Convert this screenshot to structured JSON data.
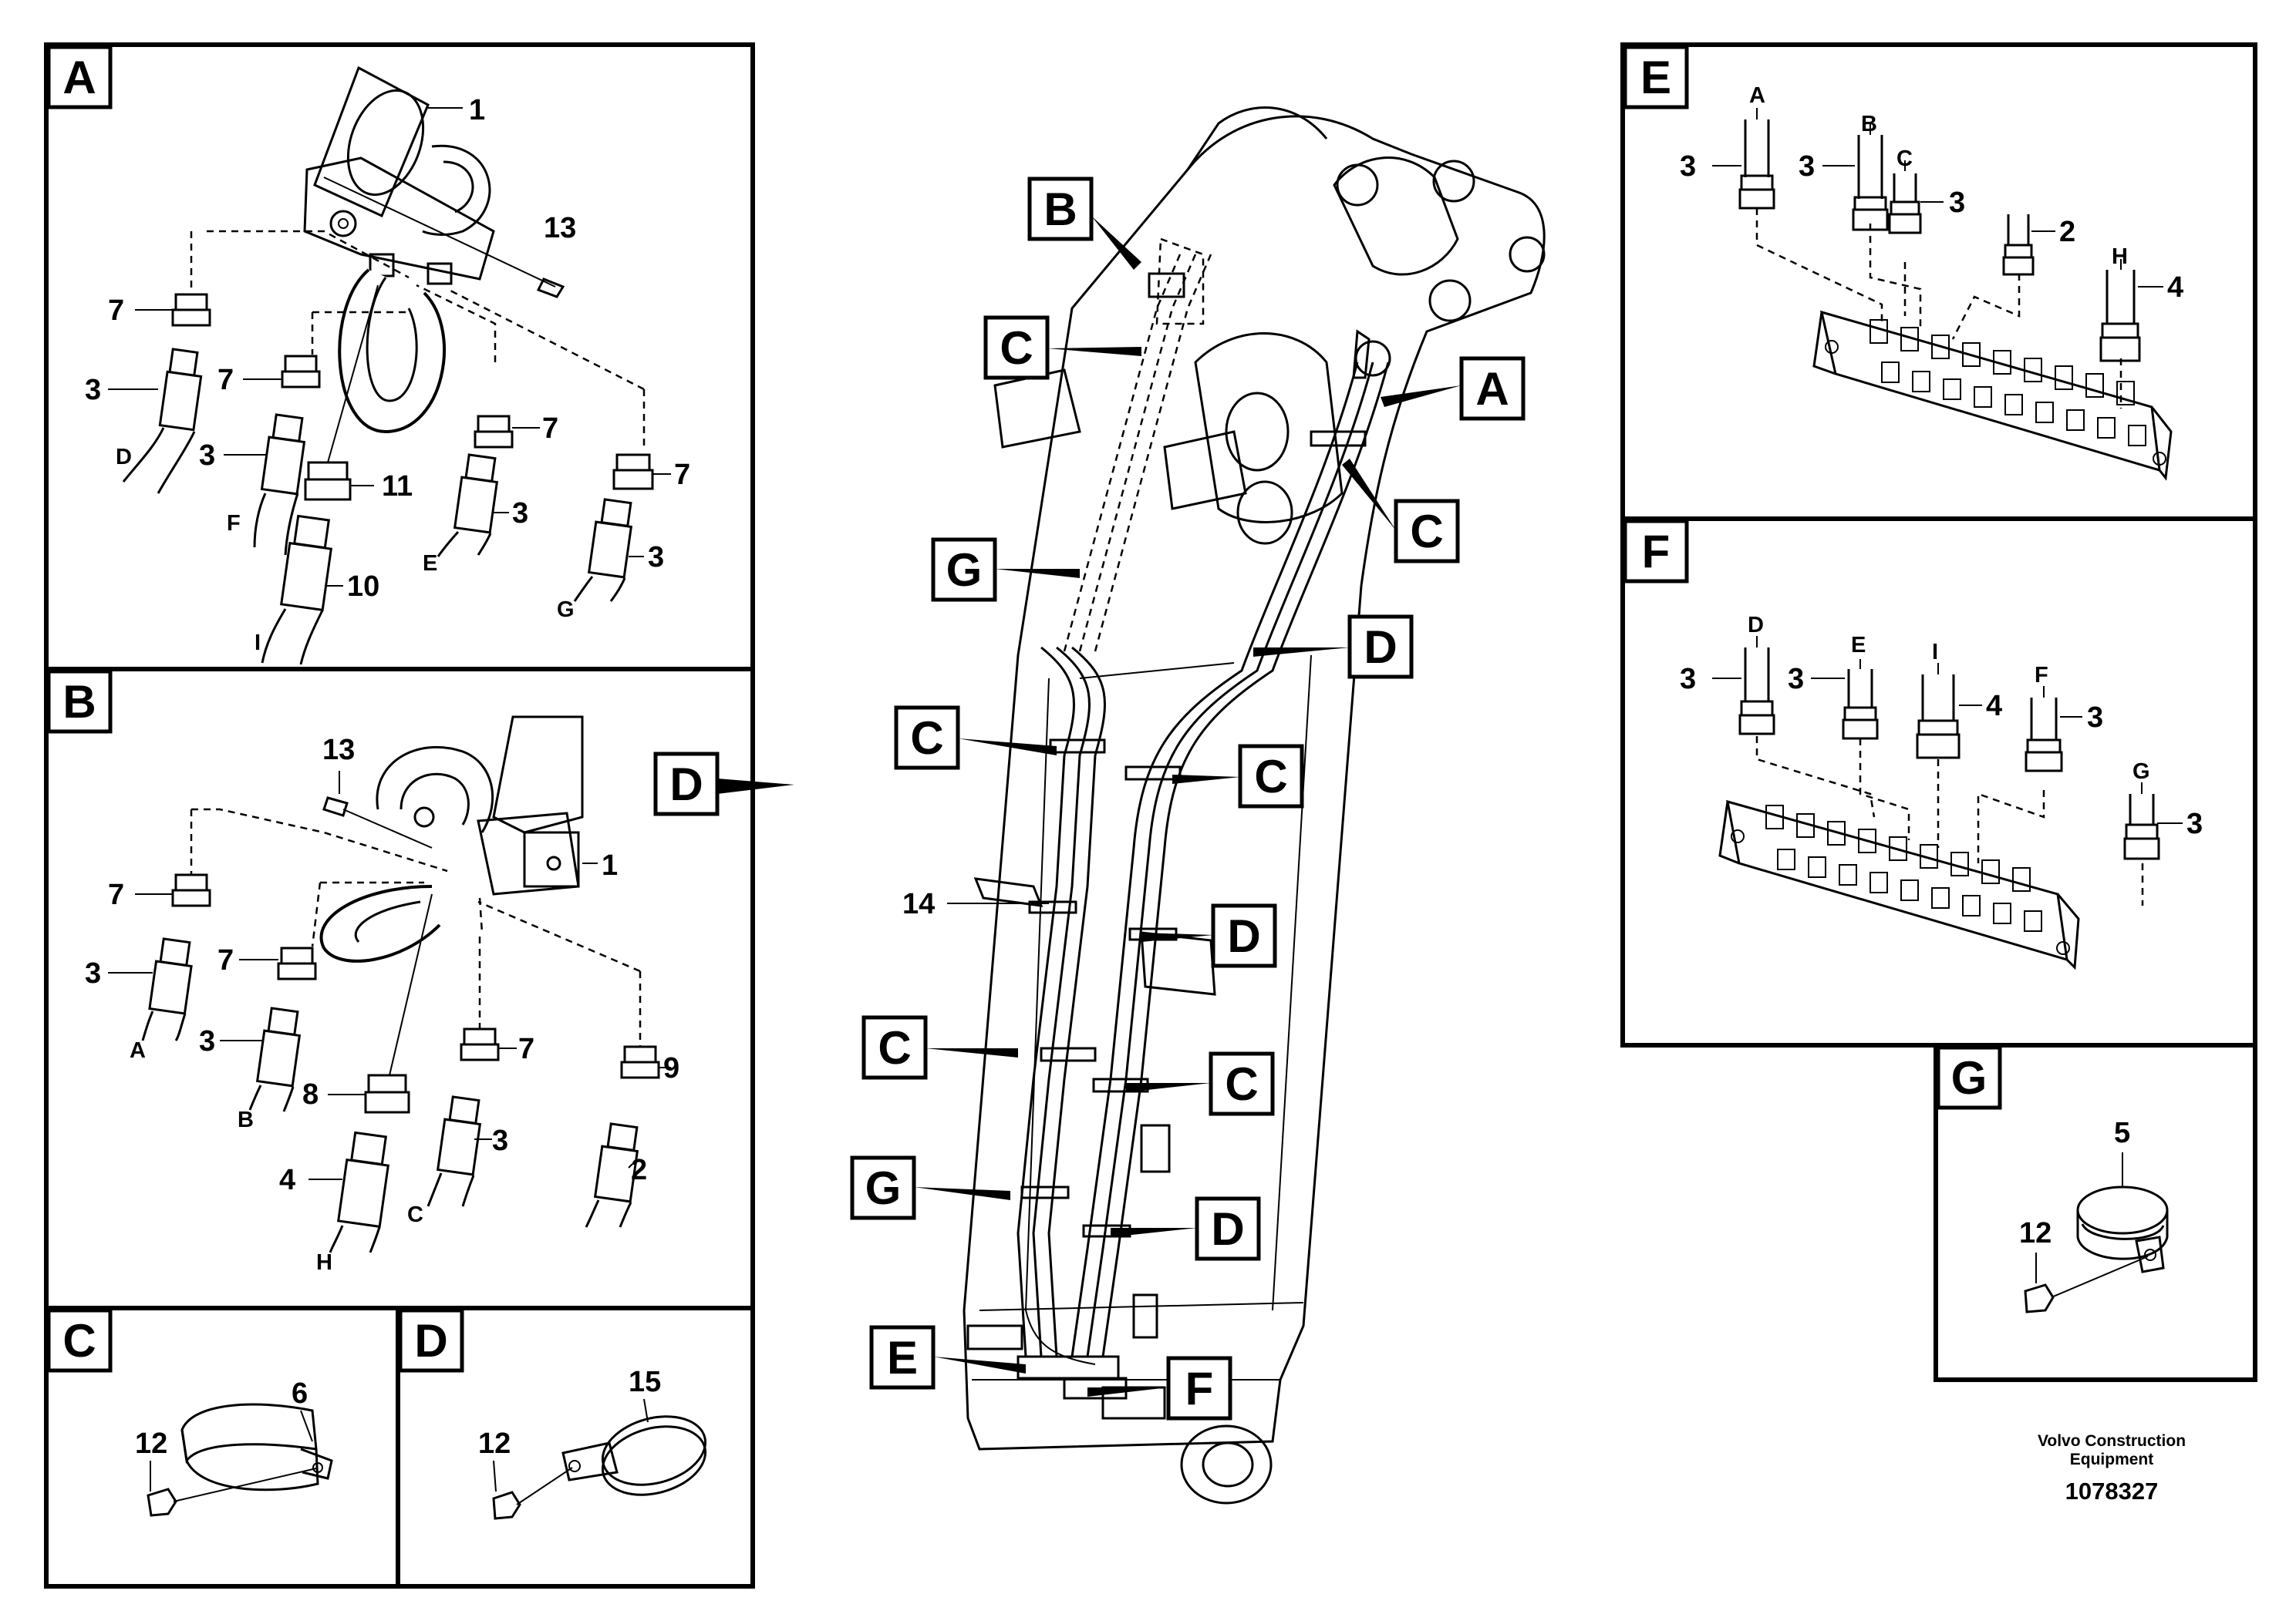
{
  "panels": {
    "A": {
      "label": "A",
      "parts": {
        "p1": "1",
        "p13": "13",
        "p7a": "7",
        "p7b": "7",
        "p7c": "7",
        "p7d": "7",
        "p3a": "3",
        "p3b": "3",
        "p3c": "3",
        "p3d": "3",
        "p11": "11",
        "p10": "10"
      },
      "hoses": {
        "h1": "D",
        "h2": "F",
        "h3": "I",
        "h4": "E",
        "h5": "G"
      }
    },
    "B": {
      "label": "B",
      "parts": {
        "p13": "13",
        "p1": "1",
        "p7a": "7",
        "p7b": "7",
        "p7c": "7",
        "p3a": "3",
        "p3b": "3",
        "p3c": "3",
        "p8": "8",
        "p9": "9",
        "p4": "4",
        "p2": "2"
      },
      "hoses": {
        "h1": "A",
        "h2": "B",
        "h3": "H",
        "h4": "C"
      }
    },
    "C": {
      "label": "C",
      "parts": {
        "p6": "6",
        "p12": "12"
      }
    },
    "D": {
      "label": "D",
      "parts": {
        "p15": "15",
        "p12": "12"
      }
    },
    "E": {
      "label": "E",
      "parts": {
        "p3a": "3",
        "p3b": "3",
        "p3c": "3",
        "p2": "2",
        "p4": "4"
      },
      "hoses": {
        "h1": "A",
        "h2": "B",
        "h3": "C",
        "h4": "H"
      }
    },
    "F": {
      "label": "F",
      "parts": {
        "p3a": "3",
        "p3b": "3",
        "p4": "4",
        "p3c": "3",
        "p3d": "3"
      },
      "hoses": {
        "h1": "D",
        "h2": "E",
        "h3": "I",
        "h4": "F",
        "h5": "G"
      }
    },
    "G": {
      "label": "G",
      "parts": {
        "p5": "5",
        "p12": "12"
      }
    }
  },
  "callouts": {
    "b1": "B",
    "c1": "C",
    "a1": "A",
    "c2": "C",
    "g1": "G",
    "d1": "D",
    "c3": "C",
    "c4": "C",
    "d2": "D",
    "d3": "D",
    "n14": "14",
    "c5": "C",
    "c6": "C",
    "g2": "G",
    "d4": "D",
    "e1": "E",
    "f1": "F"
  },
  "credit": {
    "line1": "Volvo Construction",
    "line2": "Equipment",
    "ref": "1078327"
  }
}
